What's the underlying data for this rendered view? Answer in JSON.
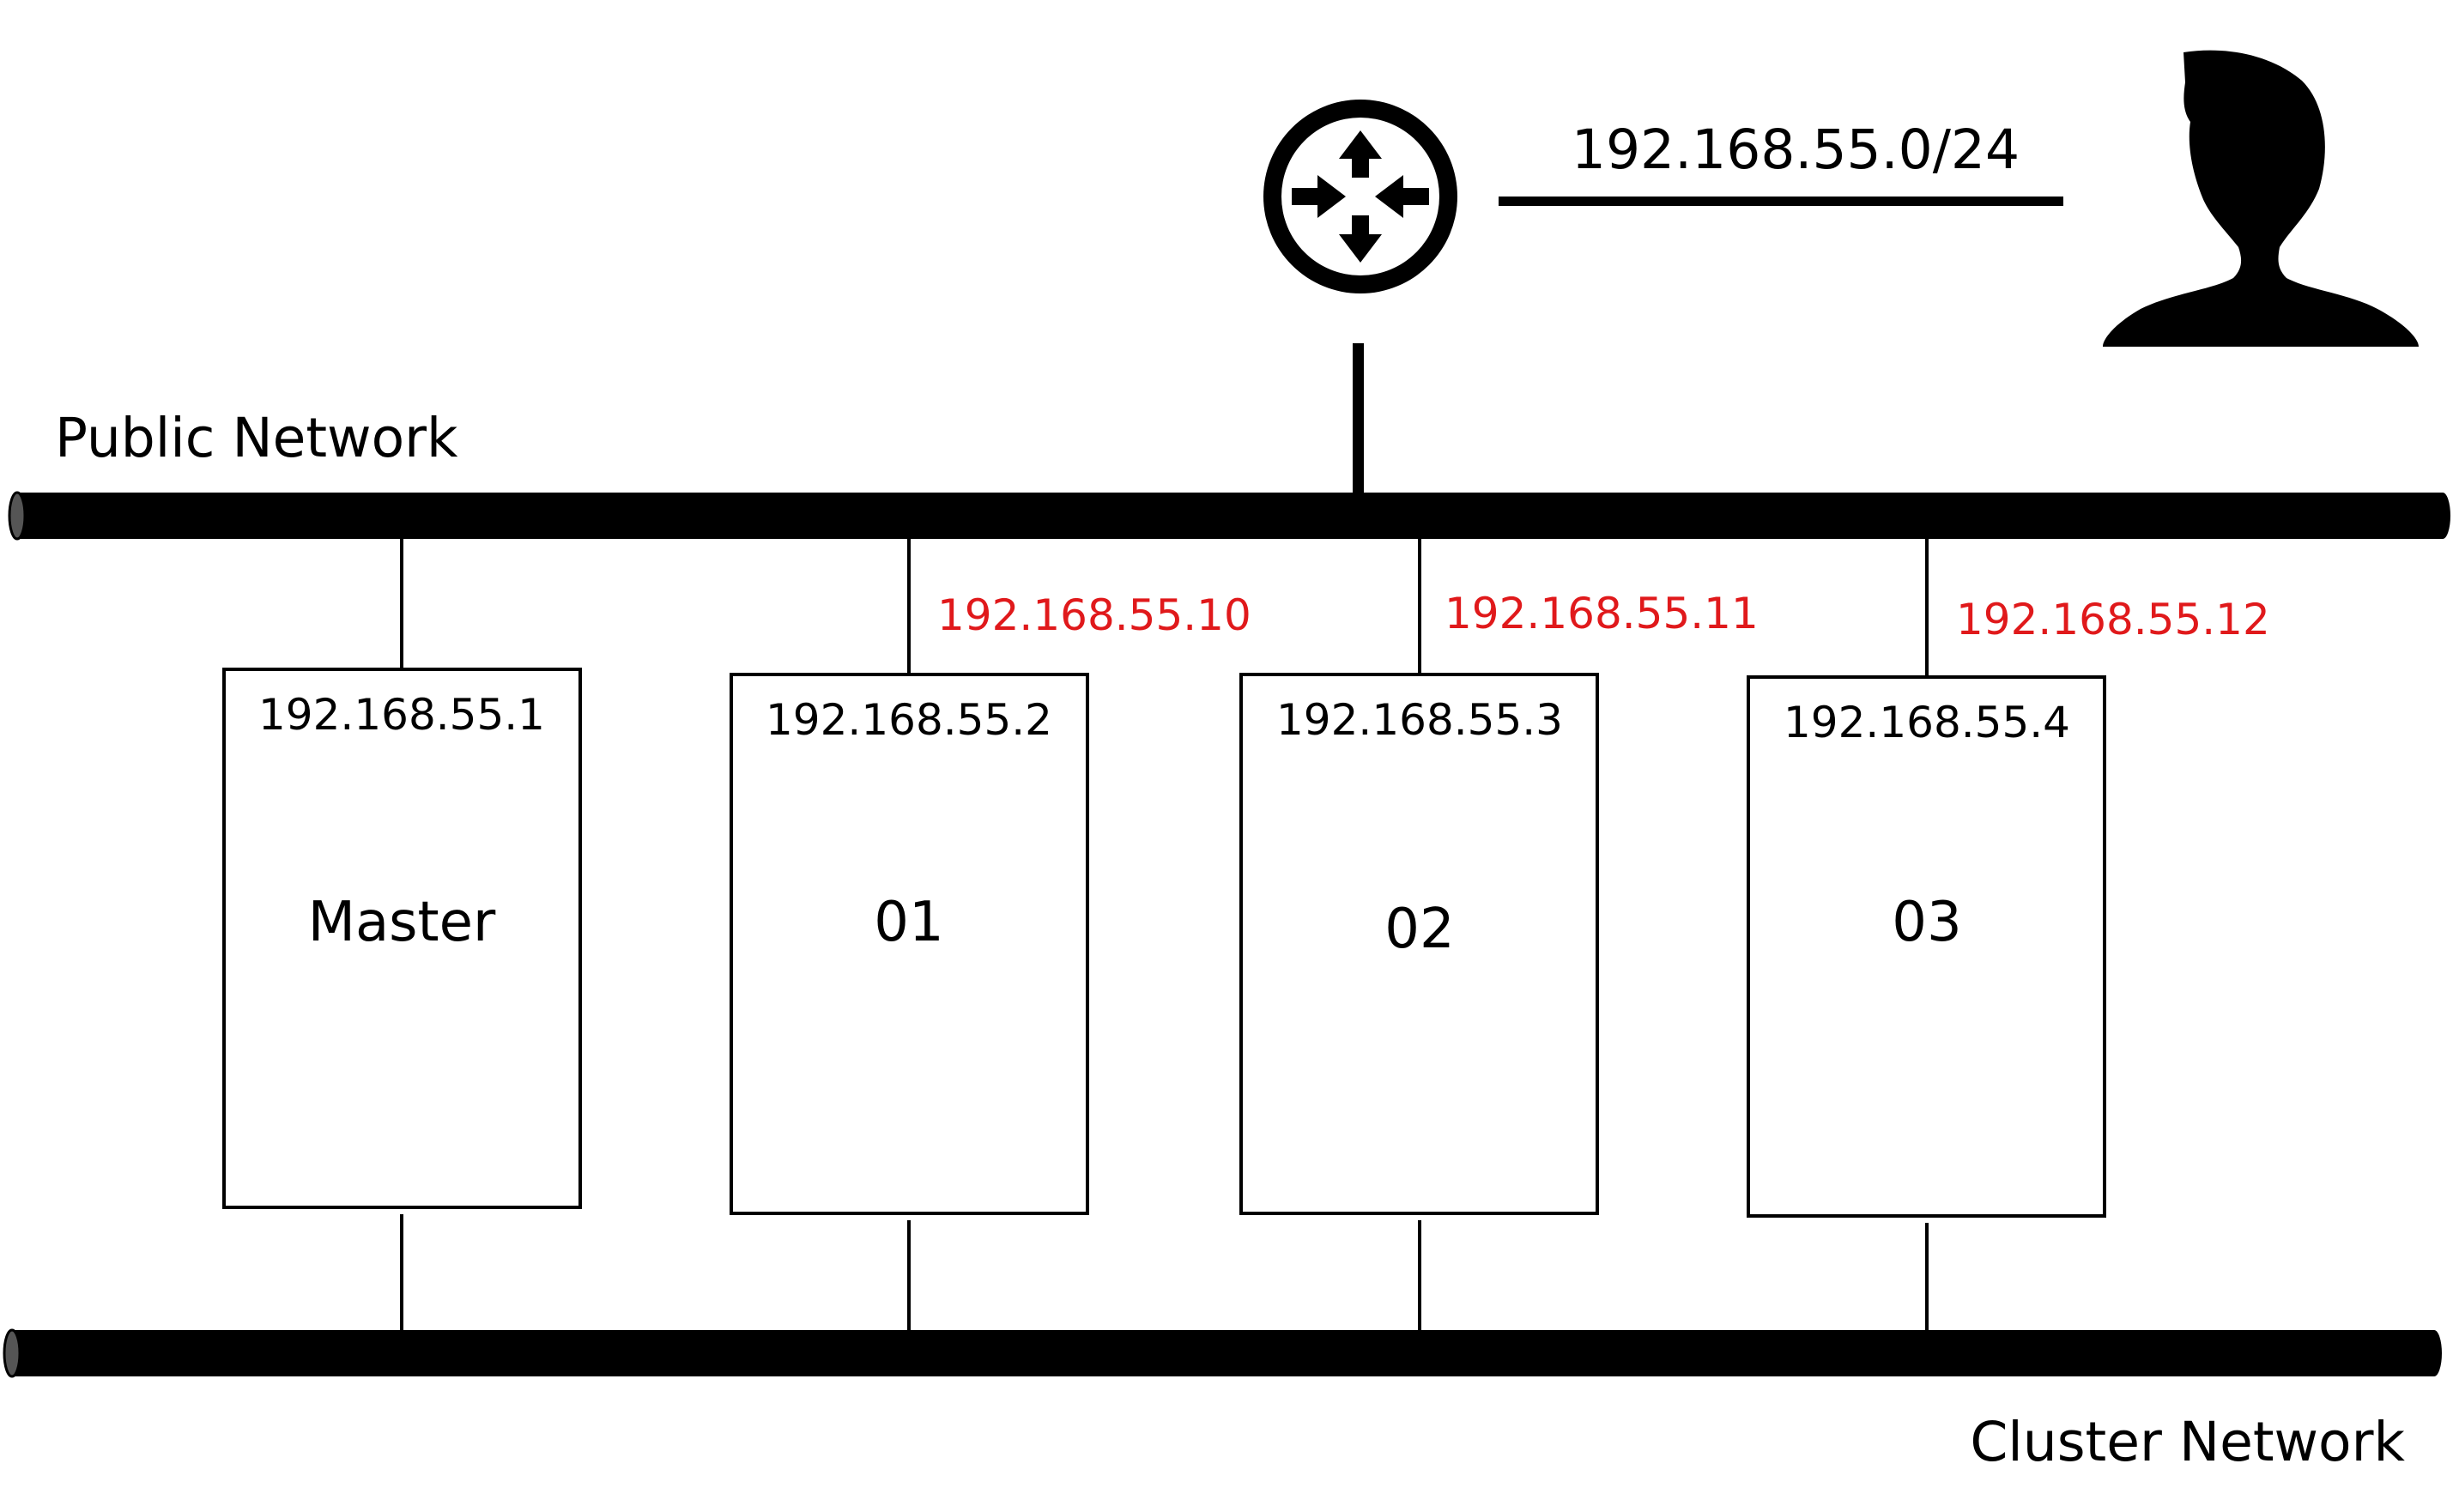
{
  "colors": {
    "line": "#000000",
    "annotation": "#e0191b",
    "background": "#ffffff"
  },
  "networks": {
    "public_label": "Public Network",
    "cluster_label": "Cluster Network"
  },
  "router": {
    "icon": "router-icon",
    "subnet_label": "192.168.55.0/24"
  },
  "user": {
    "icon": "user-silhouette-icon"
  },
  "nodes": [
    {
      "name": "Master",
      "ip": "192.168.55.1",
      "public_ip": ""
    },
    {
      "name": "01",
      "ip": "192.168.55.2",
      "public_ip": "192.168.55.10"
    },
    {
      "name": "02",
      "ip": "192.168.55.3",
      "public_ip": "192.168.55.11"
    },
    {
      "name": "03",
      "ip": "192.168.55.4",
      "public_ip": "192.168.55.12"
    }
  ]
}
